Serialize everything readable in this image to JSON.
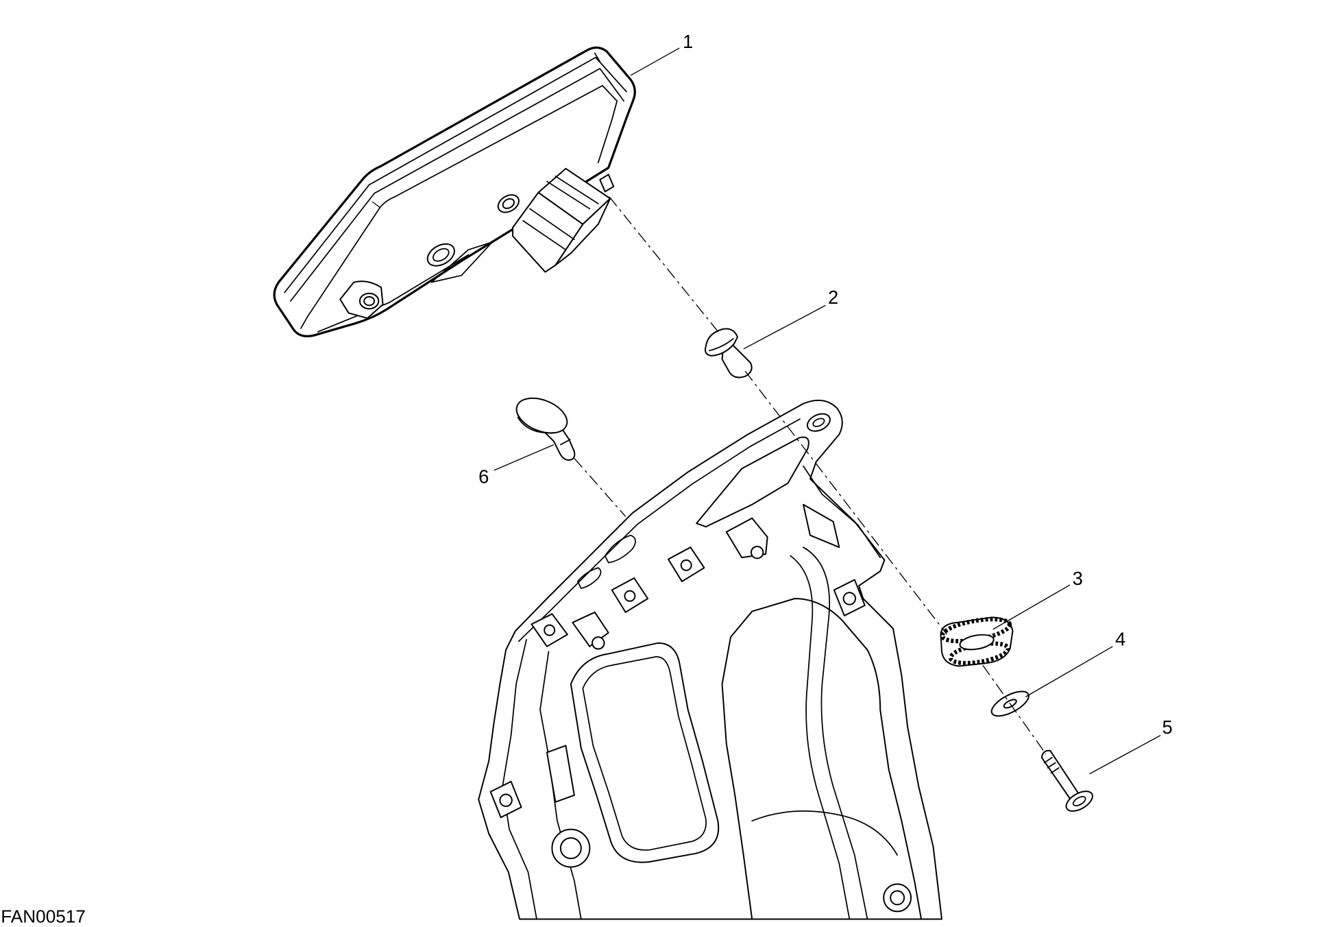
{
  "callouts": [
    "1",
    "2",
    "3",
    "4",
    "5",
    "6"
  ],
  "figure_code": "FAN00517",
  "colors": {
    "line": "#000000",
    "background": "#ffffff"
  }
}
